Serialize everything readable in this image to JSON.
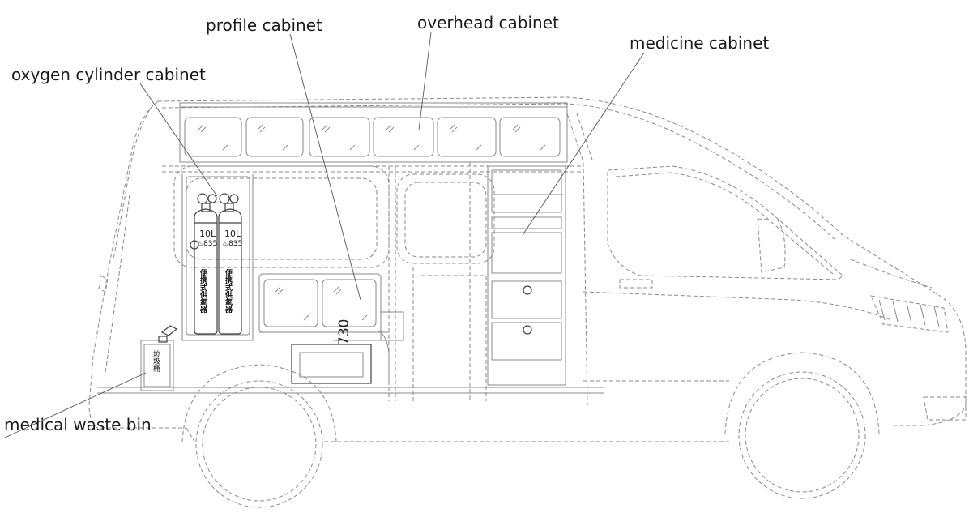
{
  "labels": {
    "profile_cabinet": "profile cabinet",
    "overhead_cabinet": "overhead cabinet",
    "medicine_cabinet": "medicine cabinet",
    "oxygen_cylinder_cabinet": "oxygen cylinder cabinet",
    "medical_waste_bin": "medical waste bin"
  },
  "cylinders": [
    {
      "volume": "10L",
      "code": "835",
      "marking": "便携式供氧器"
    },
    {
      "volume": "10L",
      "code": "835",
      "marking": "便携式供氧器"
    }
  ],
  "waste_bin_marking": "垃圾桶",
  "dimension": "730",
  "colors": {
    "line": "#8a8a8a",
    "text": "#1a1a1a"
  }
}
